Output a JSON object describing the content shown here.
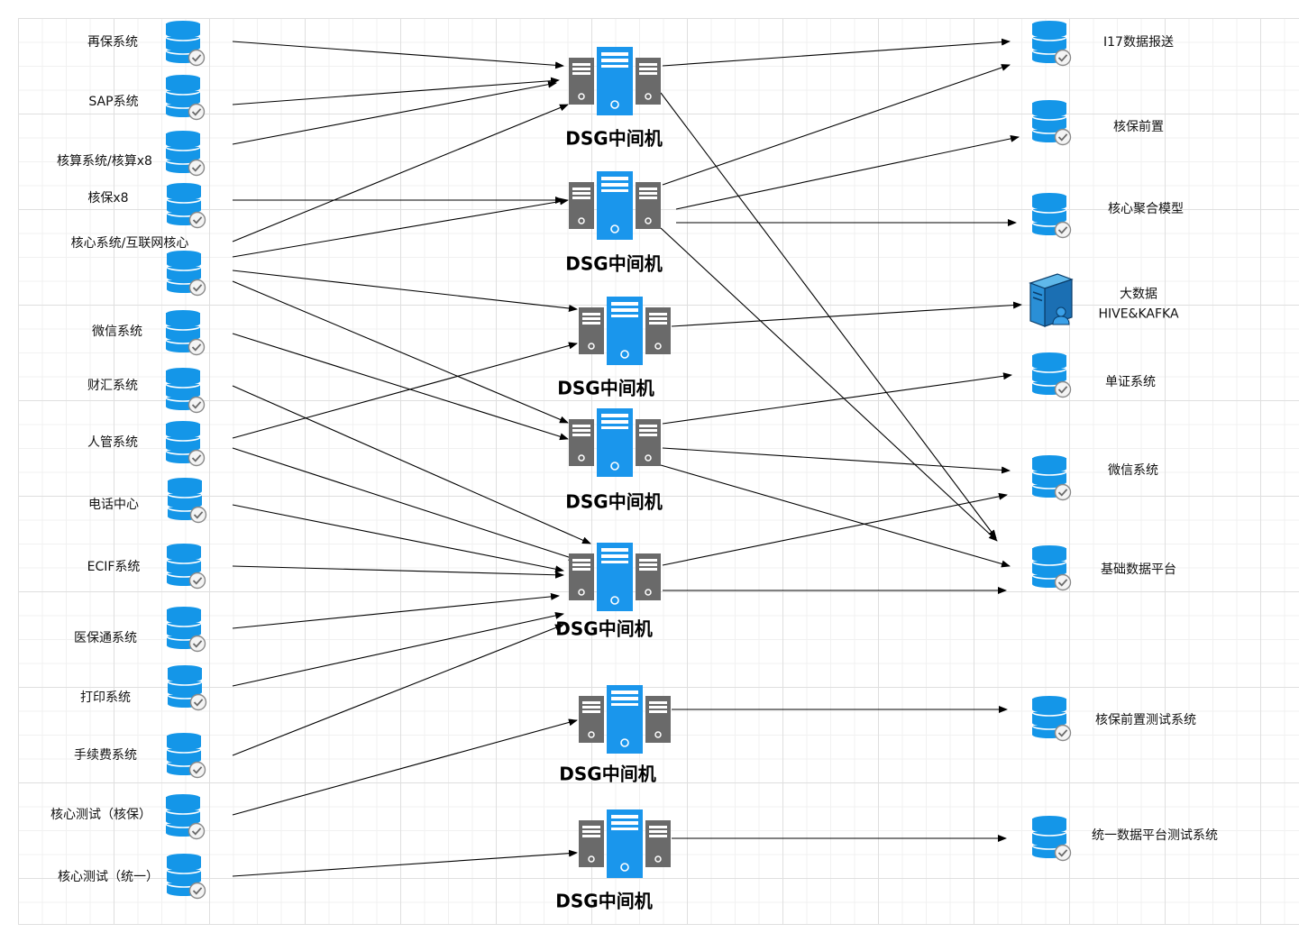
{
  "colors": {
    "db_blue": "#1496e8",
    "server_gray": "#6a6a6a",
    "server_blue": "#1a96ec",
    "edge": "#000000"
  },
  "icons": {
    "database": "database-icon",
    "server": "server-icon",
    "big_data": "big-data-server-icon"
  },
  "sources": [
    {
      "id": "s1",
      "label": "再保系统"
    },
    {
      "id": "s2",
      "label": "SAP系统"
    },
    {
      "id": "s3",
      "label": "核算系统/核算x8"
    },
    {
      "id": "s4",
      "label": "核保x8"
    },
    {
      "id": "s5",
      "label": "核心系统/互联网核心"
    },
    {
      "id": "s6",
      "label": "微信系统"
    },
    {
      "id": "s7",
      "label": "财汇系统"
    },
    {
      "id": "s8",
      "label": "人管系统"
    },
    {
      "id": "s9",
      "label": "电话中心"
    },
    {
      "id": "s10",
      "label": "ECIF系统"
    },
    {
      "id": "s11",
      "label": "医保通系统"
    },
    {
      "id": "s12",
      "label": "打印系统"
    },
    {
      "id": "s13",
      "label": "手续费系统"
    },
    {
      "id": "s14",
      "label": "核心测试（核保）"
    },
    {
      "id": "s15",
      "label": "核心测试（统一）"
    }
  ],
  "middleware": [
    {
      "id": "m1",
      "label": "DSG中间机"
    },
    {
      "id": "m2",
      "label": "DSG中间机"
    },
    {
      "id": "m3",
      "label": "DSG中间机"
    },
    {
      "id": "m4",
      "label": "DSG中间机"
    },
    {
      "id": "m5",
      "label": "DSG中间机"
    },
    {
      "id": "m6",
      "label": "DSG中间机"
    },
    {
      "id": "m7",
      "label": "DSG中间机"
    }
  ],
  "targets": [
    {
      "id": "t1",
      "label": "I17数据报送"
    },
    {
      "id": "t2",
      "label": "核保前置"
    },
    {
      "id": "t3",
      "label": "核心聚合模型"
    },
    {
      "id": "t4",
      "label": "大数据\nHIVE&KAFKA"
    },
    {
      "id": "t5",
      "label": "单证系统"
    },
    {
      "id": "t6",
      "label": "微信系统"
    },
    {
      "id": "t7",
      "label": "基础数据平台"
    },
    {
      "id": "t8",
      "label": "核保前置测试系统"
    },
    {
      "id": "t9",
      "label": "统一数据平台测试系统"
    }
  ],
  "edges": [
    [
      "s1",
      "m1"
    ],
    [
      "s2",
      "m1"
    ],
    [
      "s3",
      "m1"
    ],
    [
      "s5",
      "m1"
    ],
    [
      "s4",
      "m2"
    ],
    [
      "s5",
      "m2"
    ],
    [
      "s5",
      "m3"
    ],
    [
      "s8",
      "m3"
    ],
    [
      "s5",
      "m4"
    ],
    [
      "s6",
      "m4"
    ],
    [
      "s7",
      "m5"
    ],
    [
      "s8",
      "m5"
    ],
    [
      "s9",
      "m5"
    ],
    [
      "s10",
      "m5"
    ],
    [
      "s11",
      "m5"
    ],
    [
      "s12",
      "m5"
    ],
    [
      "s13",
      "m5"
    ],
    [
      "s14",
      "m6"
    ],
    [
      "s15",
      "m7"
    ],
    [
      "m1",
      "t1"
    ],
    [
      "m1",
      "t7"
    ],
    [
      "m2",
      "t1"
    ],
    [
      "m2",
      "t2"
    ],
    [
      "m2",
      "t3"
    ],
    [
      "m2",
      "t7"
    ],
    [
      "m3",
      "t4"
    ],
    [
      "m4",
      "t5"
    ],
    [
      "m4",
      "t6"
    ],
    [
      "m4",
      "t7"
    ],
    [
      "m5",
      "t6"
    ],
    [
      "m5",
      "t7"
    ],
    [
      "m6",
      "t8"
    ],
    [
      "m7",
      "t9"
    ]
  ]
}
